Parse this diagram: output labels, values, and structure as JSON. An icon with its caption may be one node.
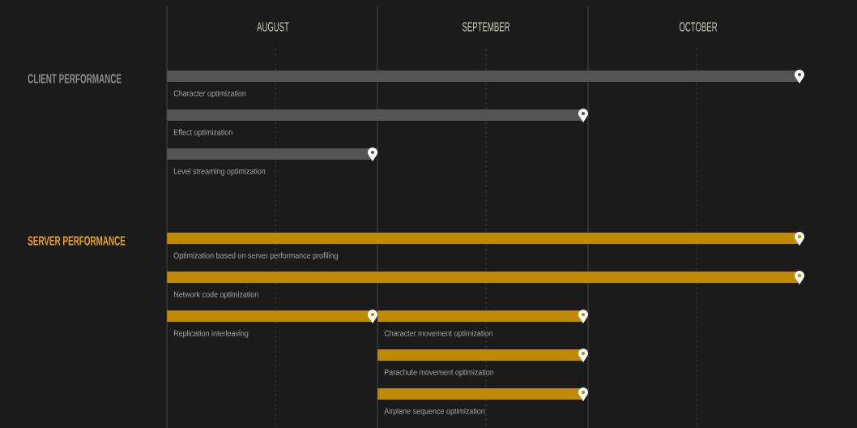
{
  "diagram": {
    "nodes": [
      {
        "text": [
          "Character optimization"
        ]
      },
      {
        "text": [
          "Effect optimization"
        ]
      },
      {
        "text": [
          "Level streaming optimization"
        ]
      },
      {
        "text": [
          "Optimization based on server performance profiling"
        ]
      },
      {
        "text": [
          "Network code optimization"
        ]
      },
      {
        "text": [
          "Replication interleaving"
        ]
      },
      {
        "text": [
          "Character movement optimization"
        ]
      },
      {
        "text": [
          "Parachute movement optimization"
        ]
      },
      {
        "text": [
          "Airplane sequence optimization"
        ]
      }
    ],
    "labels": [
      "AUGUST",
      "SEPTEMBER",
      "OCTOBER",
      "CLIENT PERFORMANCE",
      "SERVER PERFORMANCE"
    ]
  }
}
